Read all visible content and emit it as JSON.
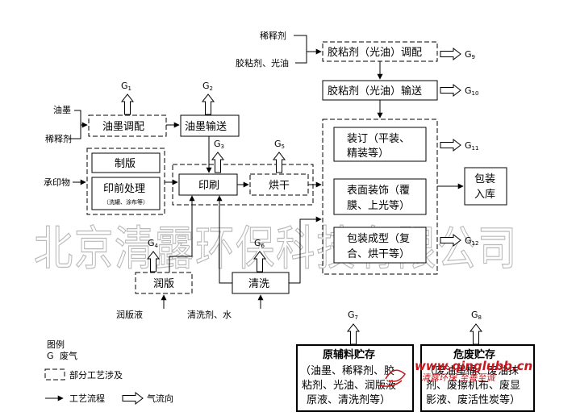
{
  "watermark": "北京清露环保科技有限公司",
  "stamp": {
    "url": "www.qinglubb.cn",
    "caption": "清露环保 至善至诚"
  },
  "inputs": {
    "diluent_top": "稀释剂",
    "adhesive_gloss": "胶粘剂、光油",
    "ink": "油墨",
    "diluent": "稀释剂",
    "substrate": "承印物",
    "fountain": "润版液",
    "cleaner": "清洗剂、水"
  },
  "boxes": {
    "ink_mix": "油墨调配",
    "ink_transfer": "油墨输送",
    "plate_making": "制版",
    "prepress": "印前处理",
    "prepress_note": "（洗罐、涂布等）",
    "printing": "印刷",
    "drying": "烘干",
    "dampening": "润版",
    "cleaning": "清洗",
    "adhesive_mix": "胶粘剂（光油）调配",
    "adhesive_transfer": "胶粘剂（光油）输送",
    "binding_l1": "装订（平装、",
    "binding_l2": "精装等）",
    "surface_l1": "表面装饰（覆",
    "surface_l2": "膜、上光等）",
    "forming_l1": "包装成型（复",
    "forming_l2": "合、烘干等）",
    "warehouse_l1": "包装",
    "warehouse_l2": "入库",
    "raw_title": "原辅料贮存",
    "raw_l1": "（油墨、稀释剂、胶",
    "raw_l2": "粘剂、光油、润版液",
    "raw_l3": "原液、清洗剂等）",
    "haz_title": "危废贮存",
    "haz_l1": "（废油墨桶、废油抹",
    "haz_l2": "剂、废擦机布、废显",
    "haz_l3": "影液、废活性炭等）"
  },
  "emissions": {
    "g": "G",
    "g1": "1",
    "g2": "2",
    "g3": "3",
    "g4": "4",
    "g5": "5",
    "g6": "6",
    "g7": "7",
    "g8": "8",
    "g9": "9",
    "g10": "10",
    "g11": "11",
    "g12": "12"
  },
  "legend": {
    "title": "图例",
    "g_symbol": "G",
    "g_desc": "废气",
    "dashed_desc": "部分工艺涉及",
    "flow_desc": "工艺流程",
    "airflow_desc": "气流向"
  },
  "colors": {
    "line": "#000000",
    "watermark": "#b8b8b8",
    "stamp": "#c8161d"
  }
}
